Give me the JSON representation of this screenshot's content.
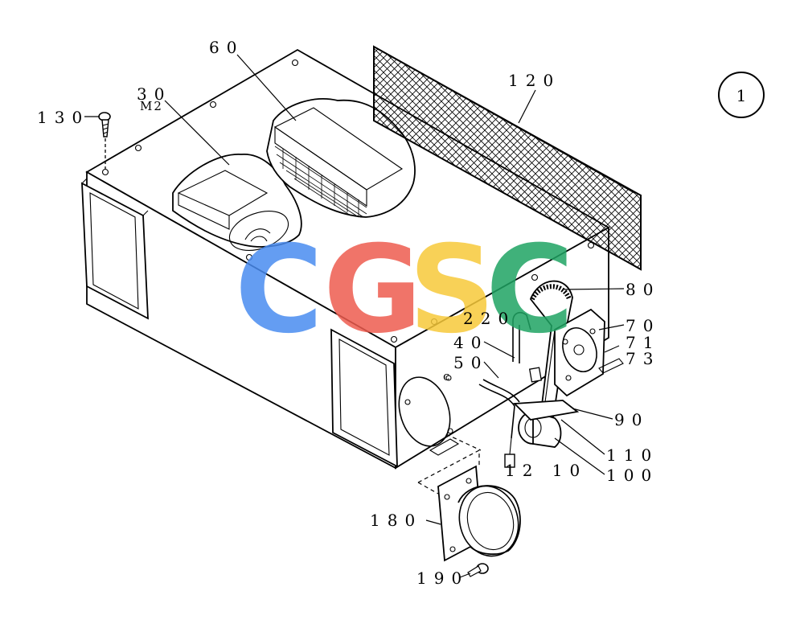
{
  "callouts": {
    "c60": "60",
    "c30": "30",
    "m2": "M2",
    "c130": "130",
    "c120": "120",
    "c80": "80",
    "c220": "220",
    "c70": "70",
    "c71": "71",
    "c73": "73",
    "c40": "40",
    "c50": "50",
    "c90": "90",
    "c110": "110",
    "c100": "100",
    "c12_10": "12 10",
    "c180": "180",
    "c190": "190"
  },
  "detail_number": "1",
  "watermark": {
    "letters": [
      "C",
      "G",
      "S",
      "C"
    ],
    "colors": [
      "#4a8cf0",
      "#ee5c4f",
      "#f7c93a",
      "#1fa463"
    ]
  },
  "line_color": "#000000"
}
